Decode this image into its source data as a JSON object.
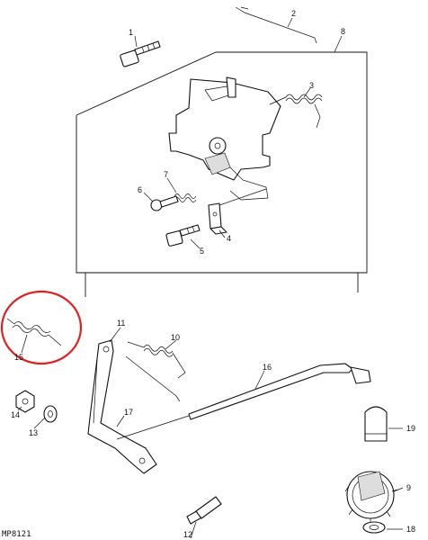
{
  "figure_code": "MP8121",
  "callouts": [
    {
      "id": "1",
      "label": "1"
    },
    {
      "id": "2",
      "label": "2"
    },
    {
      "id": "3",
      "label": "3"
    },
    {
      "id": "4",
      "label": "4"
    },
    {
      "id": "5",
      "label": "5"
    },
    {
      "id": "6",
      "label": "6"
    },
    {
      "id": "7",
      "label": "7"
    },
    {
      "id": "8",
      "label": "8"
    },
    {
      "id": "9",
      "label": "9"
    },
    {
      "id": "10",
      "label": "10"
    },
    {
      "id": "11",
      "label": "11"
    },
    {
      "id": "12",
      "label": "12"
    },
    {
      "id": "13",
      "label": "13"
    },
    {
      "id": "14",
      "label": "14"
    },
    {
      "id": "15",
      "label": "15"
    },
    {
      "id": "16",
      "label": "16"
    },
    {
      "id": "17",
      "label": "17"
    },
    {
      "id": "18",
      "label": "18"
    },
    {
      "id": "19",
      "label": "19"
    }
  ],
  "highlight": {
    "callout": "15",
    "color": "#e02020"
  }
}
